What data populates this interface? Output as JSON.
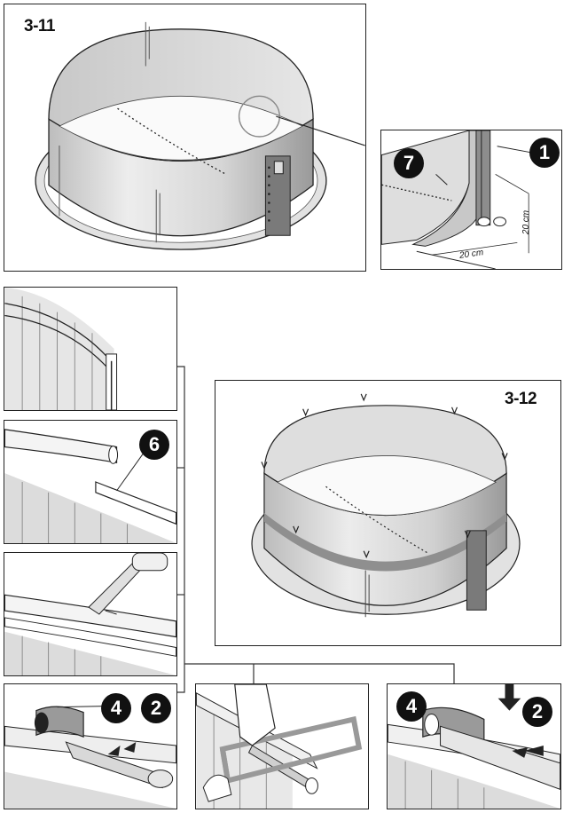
{
  "fig_a": {
    "label": "3-11"
  },
  "detail": {
    "badge_left": "7",
    "badge_right": "1",
    "dim_horizontal": "20 cm",
    "dim_vertical": "20 cm"
  },
  "fig_b": {
    "label": "3-12"
  },
  "step2": {
    "badge": "6"
  },
  "step4": {
    "badge_a": "4",
    "badge_b": "2"
  },
  "step6": {
    "badge_a": "4",
    "badge_b": "2"
  }
}
